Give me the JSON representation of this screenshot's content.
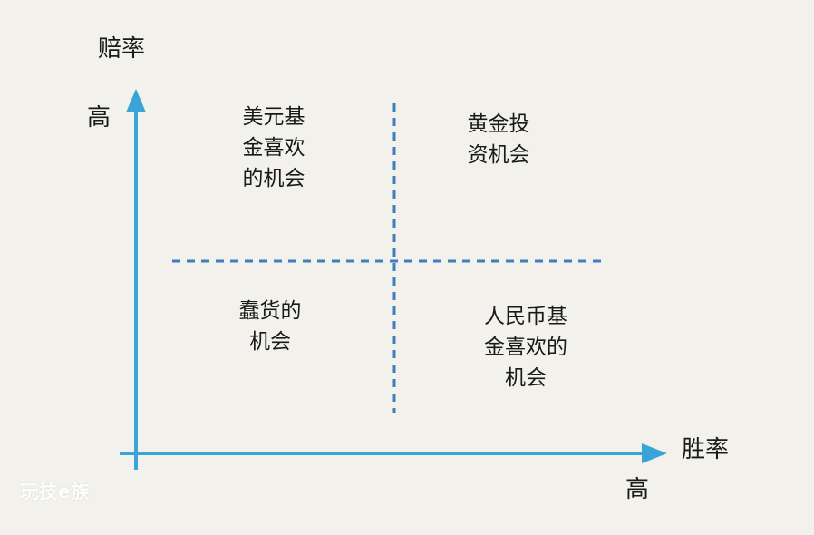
{
  "colors": {
    "axis": "#3aa3d8",
    "divider": "#3f7fbf",
    "background": "#f2f1ec"
  },
  "y_axis": {
    "title": "赔率",
    "high_label": "高"
  },
  "x_axis": {
    "title": "胜率",
    "high_label": "高"
  },
  "quadrants": {
    "top_left": "美元基\n金喜欢\n的机会",
    "top_right": "黄金投\n资机会",
    "bottom_left": "蠢货的\n机会",
    "bottom_right": "人民币基\n金喜欢的\n机会"
  },
  "watermark": "玩技e族"
}
